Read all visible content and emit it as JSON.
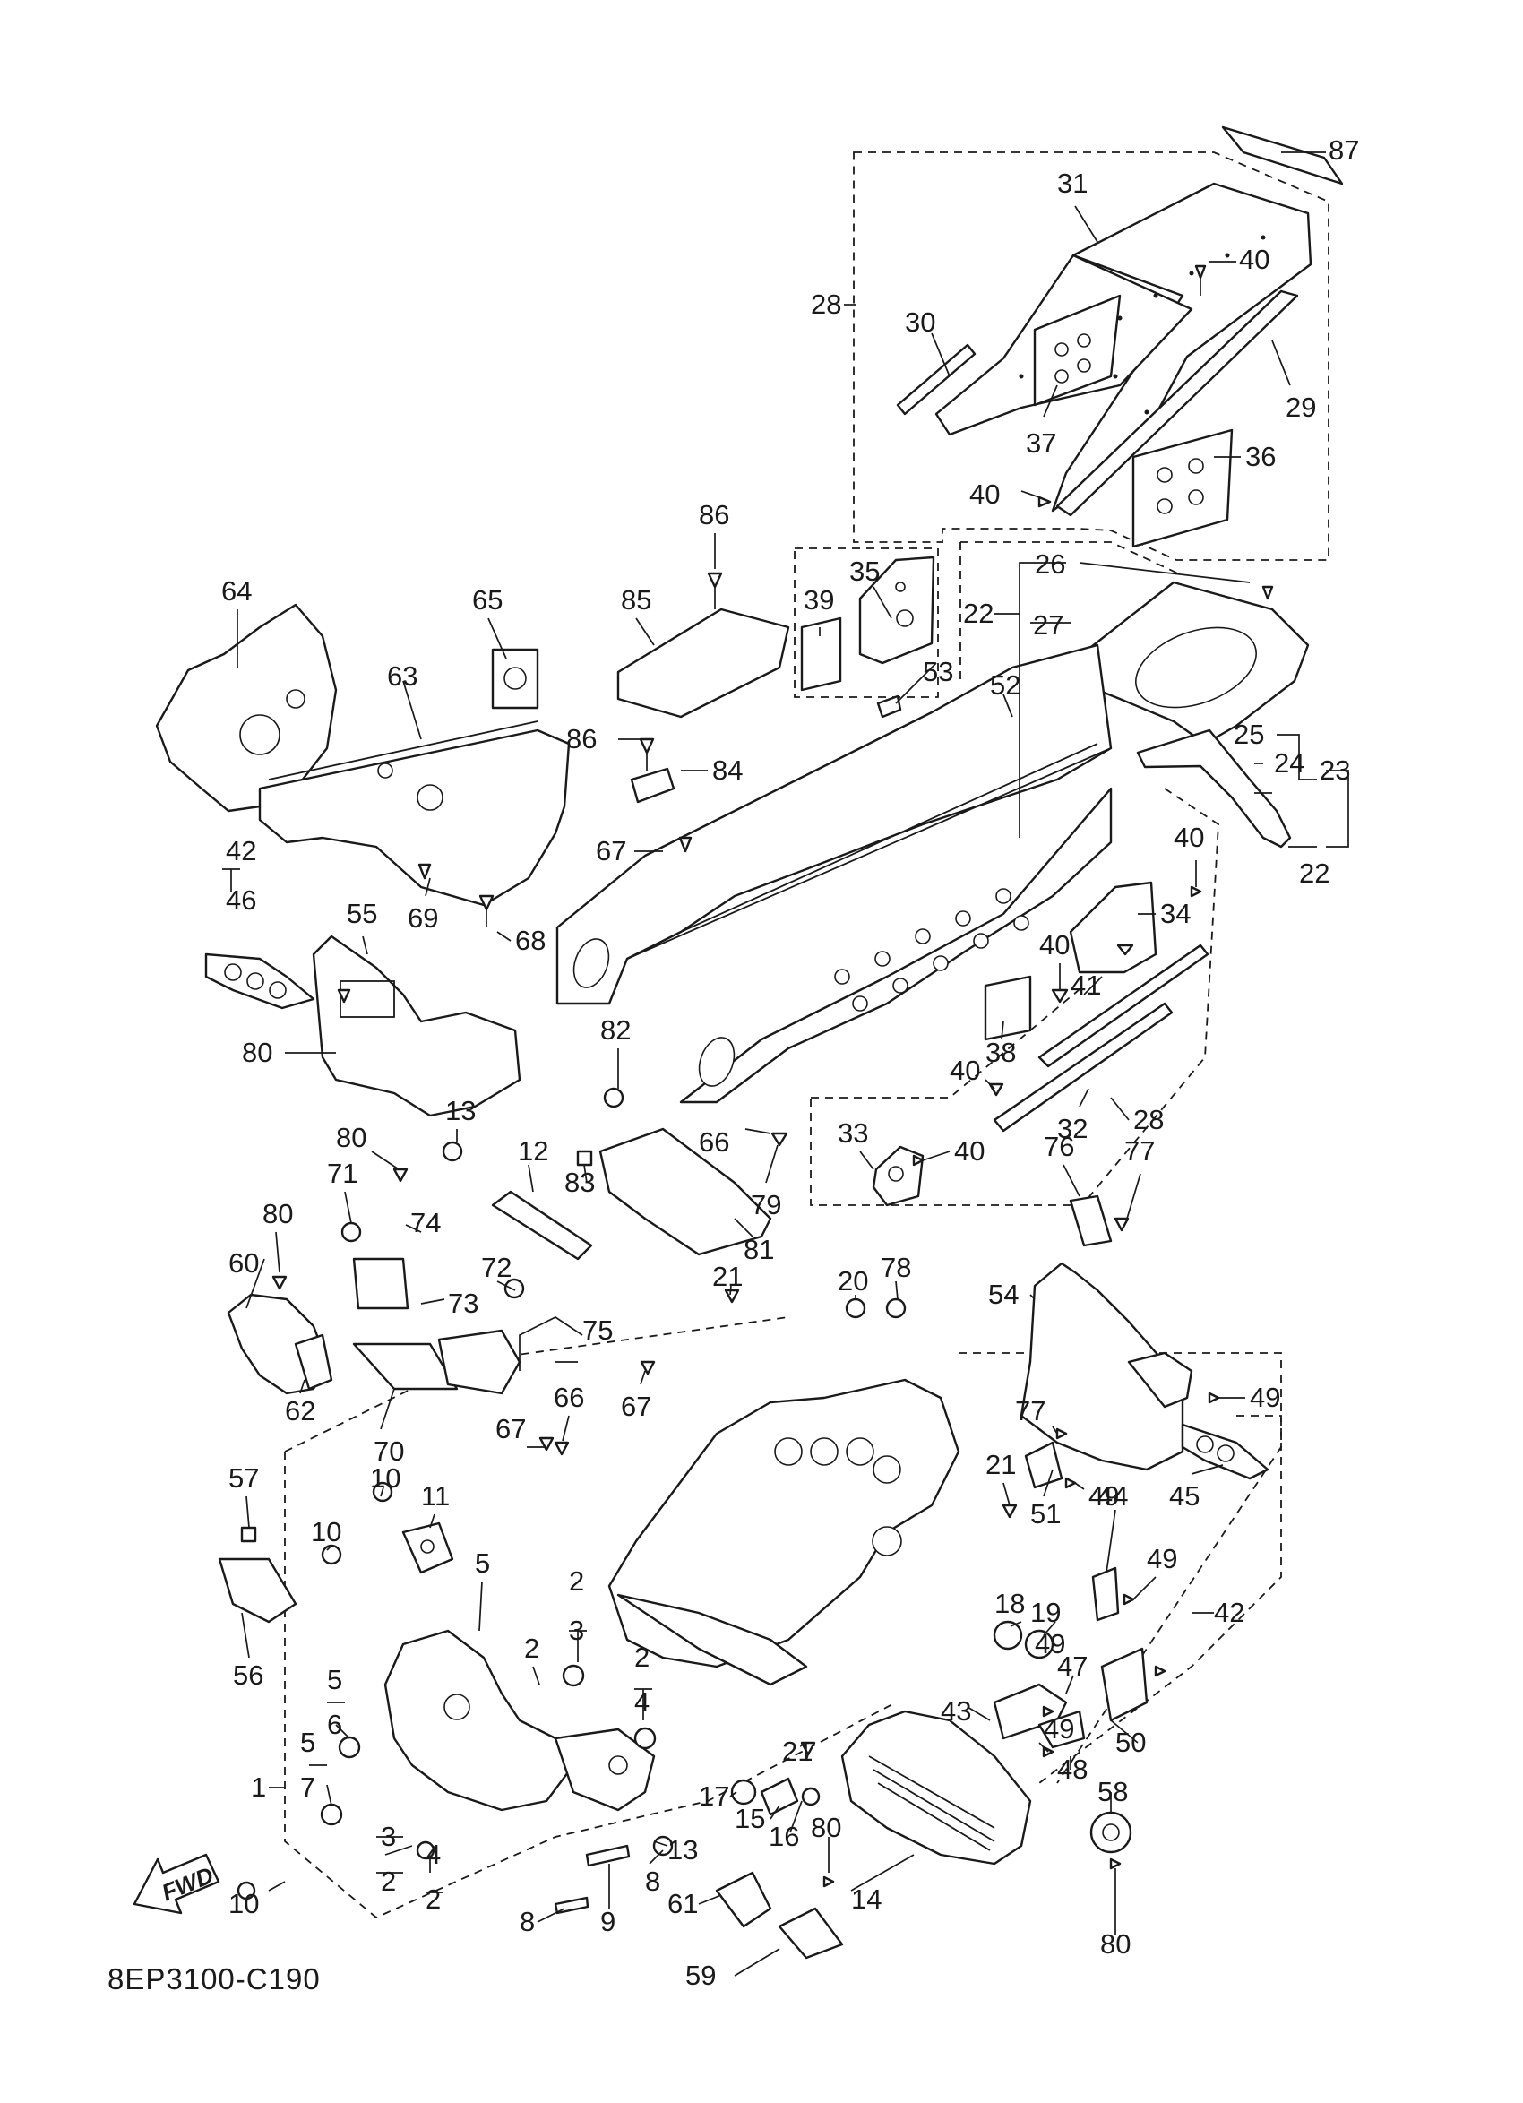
{
  "diagram_code": "8EP3100-C190",
  "fwd_label": "FWD",
  "callouts": [
    {
      "id": "c87",
      "text": "87"
    },
    {
      "id": "c31",
      "text": "31"
    },
    {
      "id": "c40a",
      "text": "40"
    },
    {
      "id": "c28a",
      "text": "28"
    },
    {
      "id": "c30",
      "text": "30"
    },
    {
      "id": "c29",
      "text": "29"
    },
    {
      "id": "c37",
      "text": "37"
    },
    {
      "id": "c36",
      "text": "36"
    },
    {
      "id": "c40b",
      "text": "40"
    },
    {
      "id": "c86a",
      "text": "86"
    },
    {
      "id": "c35",
      "text": "35"
    },
    {
      "id": "c39",
      "text": "39"
    },
    {
      "id": "c26",
      "text": "26"
    },
    {
      "id": "c22a",
      "text": "22"
    },
    {
      "id": "c27",
      "text": "27"
    },
    {
      "id": "c64",
      "text": "64"
    },
    {
      "id": "c65",
      "text": "65"
    },
    {
      "id": "c85",
      "text": "85"
    },
    {
      "id": "c53",
      "text": "53"
    },
    {
      "id": "c52",
      "text": "52"
    },
    {
      "id": "c63",
      "text": "63"
    },
    {
      "id": "c86b",
      "text": "86"
    },
    {
      "id": "c84",
      "text": "84"
    },
    {
      "id": "c25",
      "text": "25"
    },
    {
      "id": "c24",
      "text": "24"
    },
    {
      "id": "c23",
      "text": "23"
    },
    {
      "id": "c22b",
      "text": "22"
    },
    {
      "id": "c67a",
      "text": "67"
    },
    {
      "id": "c40c",
      "text": "40"
    },
    {
      "id": "c34",
      "text": "34"
    },
    {
      "id": "c42a",
      "text": "42"
    },
    {
      "id": "c46",
      "text": "46"
    },
    {
      "id": "c55",
      "text": "55"
    },
    {
      "id": "c69",
      "text": "69"
    },
    {
      "id": "c68",
      "text": "68"
    },
    {
      "id": "c40d",
      "text": "40"
    },
    {
      "id": "c41",
      "text": "41"
    },
    {
      "id": "c80a",
      "text": "80"
    },
    {
      "id": "c82",
      "text": "82"
    },
    {
      "id": "c38",
      "text": "38"
    },
    {
      "id": "c40e",
      "text": "40"
    },
    {
      "id": "c28b",
      "text": "28"
    },
    {
      "id": "c32",
      "text": "32"
    },
    {
      "id": "c13a",
      "text": "13"
    },
    {
      "id": "c66a",
      "text": "66"
    },
    {
      "id": "c33",
      "text": "33"
    },
    {
      "id": "c40f",
      "text": "40"
    },
    {
      "id": "c80b",
      "text": "80"
    },
    {
      "id": "c12",
      "text": "12"
    },
    {
      "id": "c83",
      "text": "83"
    },
    {
      "id": "c79",
      "text": "79"
    },
    {
      "id": "c76",
      "text": "76"
    },
    {
      "id": "c77a",
      "text": "77"
    },
    {
      "id": "c71",
      "text": "71"
    },
    {
      "id": "c74",
      "text": "74"
    },
    {
      "id": "c80c",
      "text": "80"
    },
    {
      "id": "c81",
      "text": "81"
    },
    {
      "id": "c60",
      "text": "60"
    },
    {
      "id": "c72",
      "text": "72"
    },
    {
      "id": "c73",
      "text": "73"
    },
    {
      "id": "c21a",
      "text": "21"
    },
    {
      "id": "c20",
      "text": "20"
    },
    {
      "id": "c78",
      "text": "78"
    },
    {
      "id": "c54",
      "text": "54"
    },
    {
      "id": "c75",
      "text": "75"
    },
    {
      "id": "c62",
      "text": "62"
    },
    {
      "id": "c70",
      "text": "70"
    },
    {
      "id": "c67b",
      "text": "67"
    },
    {
      "id": "c49a",
      "text": "49"
    },
    {
      "id": "c77b",
      "text": "77"
    },
    {
      "id": "c66b",
      "text": "66"
    },
    {
      "id": "c67c",
      "text": "67"
    },
    {
      "id": "c10a",
      "text": "10"
    },
    {
      "id": "c21b",
      "text": "21"
    },
    {
      "id": "c49b",
      "text": "49"
    },
    {
      "id": "c45",
      "text": "45"
    },
    {
      "id": "c57",
      "text": "57"
    },
    {
      "id": "c11",
      "text": "11"
    },
    {
      "id": "c51",
      "text": "51"
    },
    {
      "id": "c44",
      "text": "44"
    },
    {
      "id": "c10b",
      "text": "10"
    },
    {
      "id": "c5a",
      "text": "5"
    },
    {
      "id": "c18",
      "text": "18"
    },
    {
      "id": "c19",
      "text": "19"
    },
    {
      "id": "c49c",
      "text": "49"
    },
    {
      "id": "c42b",
      "text": "42"
    },
    {
      "id": "c56",
      "text": "56"
    },
    {
      "id": "c2a",
      "text": "2"
    },
    {
      "id": "c3a",
      "text": "3"
    },
    {
      "id": "c2b",
      "text": "2"
    },
    {
      "id": "c47",
      "text": "47"
    },
    {
      "id": "c49d",
      "text": "49"
    },
    {
      "id": "c2c",
      "text": "2"
    },
    {
      "id": "c4a",
      "text": "4"
    },
    {
      "id": "c5b",
      "text": "5"
    },
    {
      "id": "c6",
      "text": "6"
    },
    {
      "id": "c43",
      "text": "43"
    },
    {
      "id": "c49e",
      "text": "49"
    },
    {
      "id": "c48",
      "text": "48"
    },
    {
      "id": "c50",
      "text": "50"
    },
    {
      "id": "c1",
      "text": "1"
    },
    {
      "id": "c5c",
      "text": "5"
    },
    {
      "id": "c7",
      "text": "7"
    },
    {
      "id": "c21c",
      "text": "21"
    },
    {
      "id": "c58",
      "text": "58"
    },
    {
      "id": "c17",
      "text": "17"
    },
    {
      "id": "c15",
      "text": "15"
    },
    {
      "id": "c13b",
      "text": "13"
    },
    {
      "id": "c16",
      "text": "16"
    },
    {
      "id": "c3b",
      "text": "3"
    },
    {
      "id": "c2d",
      "text": "2"
    },
    {
      "id": "c4b",
      "text": "4"
    },
    {
      "id": "c2e",
      "text": "2"
    },
    {
      "id": "c8a",
      "text": "8"
    },
    {
      "id": "c80d",
      "text": "80"
    },
    {
      "id": "c14",
      "text": "14"
    },
    {
      "id": "c10c",
      "text": "10"
    },
    {
      "id": "c8b",
      "text": "8"
    },
    {
      "id": "c9",
      "text": "9"
    },
    {
      "id": "c61",
      "text": "61"
    },
    {
      "id": "c59",
      "text": "59"
    },
    {
      "id": "c80e",
      "text": "80"
    }
  ]
}
